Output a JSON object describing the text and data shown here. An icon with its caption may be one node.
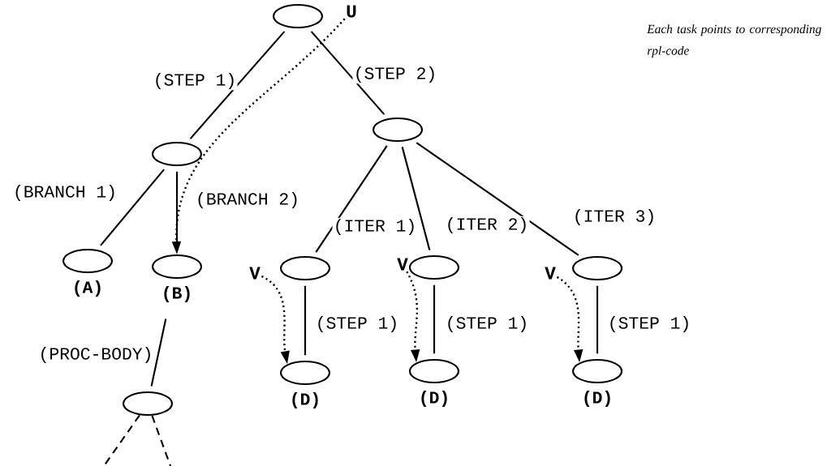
{
  "diagram": {
    "nodes": [
      {
        "text": [],
        "shape": "ellipse"
      },
      {
        "text": [
          "U"
        ]
      },
      {
        "text": [],
        "shape": "ellipse"
      },
      {
        "text": [],
        "shape": "ellipse"
      },
      {
        "text": [],
        "shape": "ellipse",
        "beside": [
          "(A)"
        ]
      },
      {
        "text": [],
        "shape": "ellipse",
        "beside": [
          "(B)"
        ]
      },
      {
        "text": [],
        "shape": "ellipse"
      },
      {
        "text": [],
        "shape": "ellipse"
      },
      {
        "text": [],
        "shape": "ellipse"
      },
      {
        "text": [
          "V"
        ]
      },
      {
        "text": [
          "V"
        ]
      },
      {
        "text": [
          "V"
        ]
      },
      {
        "text": [],
        "shape": "ellipse",
        "beside": [
          "(D)"
        ]
      },
      {
        "text": [],
        "shape": "ellipse",
        "beside": [
          "(D)"
        ]
      },
      {
        "text": [],
        "shape": "ellipse",
        "beside": [
          "(D)"
        ]
      },
      {
        "text": [],
        "shape": "ellipse"
      }
    ],
    "edges": [
      {
        "from": 0,
        "to": 2,
        "arrow": "none",
        "label": "(STEP 1)"
      },
      {
        "from": 0,
        "to": 3,
        "arrow": "none",
        "label": "(STEP 2)"
      },
      {
        "from": 2,
        "to": 4,
        "arrow": "none",
        "label": "(BRANCH 1)"
      },
      {
        "from": 2,
        "to": 5,
        "arrow": "none",
        "label": "(BRANCH 2)"
      },
      {
        "from": 3,
        "to": 6,
        "arrow": "none",
        "label": "(ITER 1)"
      },
      {
        "from": 3,
        "to": 7,
        "arrow": "none",
        "label": "(ITER 2)"
      },
      {
        "from": 3,
        "to": 8,
        "arrow": "none",
        "label": "(ITER 3)"
      },
      {
        "from": 6,
        "to": 12,
        "arrow": "none",
        "label": "(STEP 1)"
      },
      {
        "from": 7,
        "to": 13,
        "arrow": "none",
        "label": "(STEP 1)"
      },
      {
        "from": 8,
        "to": 14,
        "arrow": "none",
        "label": "(STEP 1)"
      },
      {
        "from": 5,
        "to": 15,
        "arrow": "none",
        "label": "(PROC-BODY)"
      },
      {
        "from": 15,
        "to": null,
        "arrow": "none",
        "style": "dashed"
      },
      {
        "from": 15,
        "to": null,
        "arrow": "none",
        "style": "dashed"
      },
      {
        "from": 1,
        "to": 5,
        "arrow": "to",
        "style": "dashed"
      },
      {
        "from": 9,
        "to": 12,
        "arrow": "to",
        "style": "dashed"
      },
      {
        "from": 10,
        "to": 13,
        "arrow": "to",
        "style": "dashed"
      },
      {
        "from": 11,
        "to": 14,
        "arrow": "to",
        "style": "dashed"
      }
    ],
    "labels": [
      "Each task points to corresponding rpl-code"
    ]
  }
}
